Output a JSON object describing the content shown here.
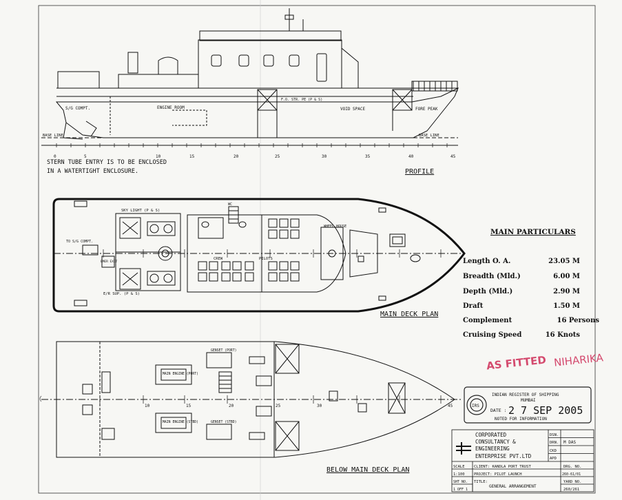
{
  "profile": {
    "title": "PROFILE",
    "note_line1": "STERN TUBE ENTRY IS TO BE ENCLOSED",
    "note_line2": "IN A WATERTIGHT ENCLOSURE.",
    "base_line_aft": "BASE LINE",
    "base_line_fwd": "BASE LINE",
    "compartments": {
      "sg_compt": "S/G COMPT.",
      "engine_room": "ENGINE ROOM",
      "fw_str": "F.O. STR. PE (P & S)",
      "void_space": "VOID SPACE",
      "fore_peak": "FORE PEAK"
    },
    "frame_numbers": [
      "0",
      "5",
      "10",
      "15",
      "20",
      "25",
      "30",
      "35",
      "40",
      "45"
    ]
  },
  "main_deck": {
    "title": "MAIN DECK PLAN",
    "sky_light": "SKY LIGHT (P & S)",
    "er_sup": "E/R SUP. (P & S)",
    "to_sg_compt": "TO S/G COMPT.",
    "emer_exit": "EMER EXIT",
    "crew": "CREW",
    "pilots": "PILOTS",
    "wheel_house": "WHEEL HOUSE",
    "wc": "WC"
  },
  "below_deck": {
    "title": "BELOW MAIN DECK PLAN",
    "main_engine_port": "MAIN ENGINE (PORT)",
    "main_engine_stbd": "MAIN ENGINE (STBD)",
    "genset_port": "GENSET (PORT)",
    "genset_stbd": "GENSET (STBD)",
    "frame_numbers": [
      "10",
      "15",
      "20",
      "25",
      "30",
      "45"
    ]
  },
  "particulars": {
    "title": "MAIN PARTICULARS",
    "rows": [
      {
        "label": "Length  O. A.",
        "value": "23.05 M"
      },
      {
        "label": "Breadth  (Mld.)",
        "value": "6.00 M"
      },
      {
        "label": "Depth  (Mld.)",
        "value": "2.90 M"
      },
      {
        "label": "Draft",
        "value": "1.50 M"
      },
      {
        "label": "Complement",
        "value": "16 Persons"
      },
      {
        "label": "Cruising Speed",
        "value": "16 Knots"
      }
    ]
  },
  "stamps": {
    "as_fitted": "AS FITTED",
    "name": "NIHARIKA",
    "register_line1": "INDIAN REGISTER OF SHIPPING",
    "register_line2": "MUMBAI",
    "date_label": "DATE :",
    "date_value": "2 7 SEP 2005",
    "notes": "NOTED FOR INFORMATION",
    "seal_inner": "IRS"
  },
  "title_block": {
    "company_line1": "CORPORATED",
    "company_line2": "CONSULTANCY &",
    "company_line3": "ENGINEERING",
    "company_line4": "ENTERPRISE PVT.LTD",
    "dsn_label": "DSN.",
    "drn_label": "DRN.",
    "drn_value": "M DAS",
    "ckd_label": "CKD",
    "apd_label": "APD",
    "scale_label": "SCALE",
    "scale_value": "1:100",
    "client": "CLIENT: KANDLA PORT TRUST",
    "project": "PROJECT:  PILOT LAUNCH",
    "title_label": "TITLE:",
    "title_value": "GENERAL ARRANGEMENT",
    "sht_no_label": "SHT NO.",
    "sht_value": "1 OFF 1",
    "drg_no_label": "DRG. NO.",
    "drg_no_value": "260-61/01",
    "yard_no_label": "YARD NO.",
    "yard_no_value": "260/261"
  },
  "colors": {
    "ink": "#111111",
    "paper": "#f7f7f4",
    "stamp": "#d44a6e"
  }
}
